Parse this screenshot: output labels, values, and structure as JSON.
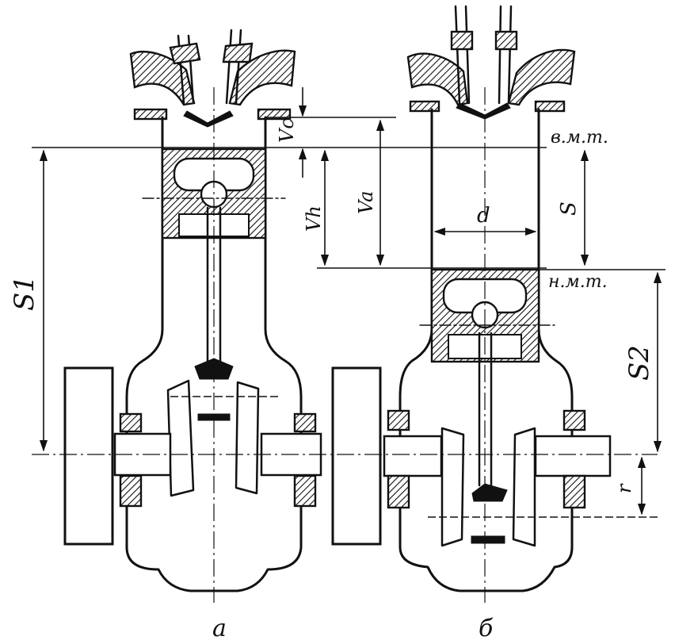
{
  "labels": {
    "tdc": "в.м.т.",
    "bdc": "н.м.т.",
    "vc": "Vc",
    "vh": "Vh",
    "va": "Va",
    "s": "S",
    "s1": "S1",
    "s2": "S2",
    "d": "d",
    "r": "r"
  },
  "captions": {
    "left": "а",
    "right": "б"
  },
  "colors": {
    "ink": "#111111",
    "paper": "#ffffff"
  }
}
